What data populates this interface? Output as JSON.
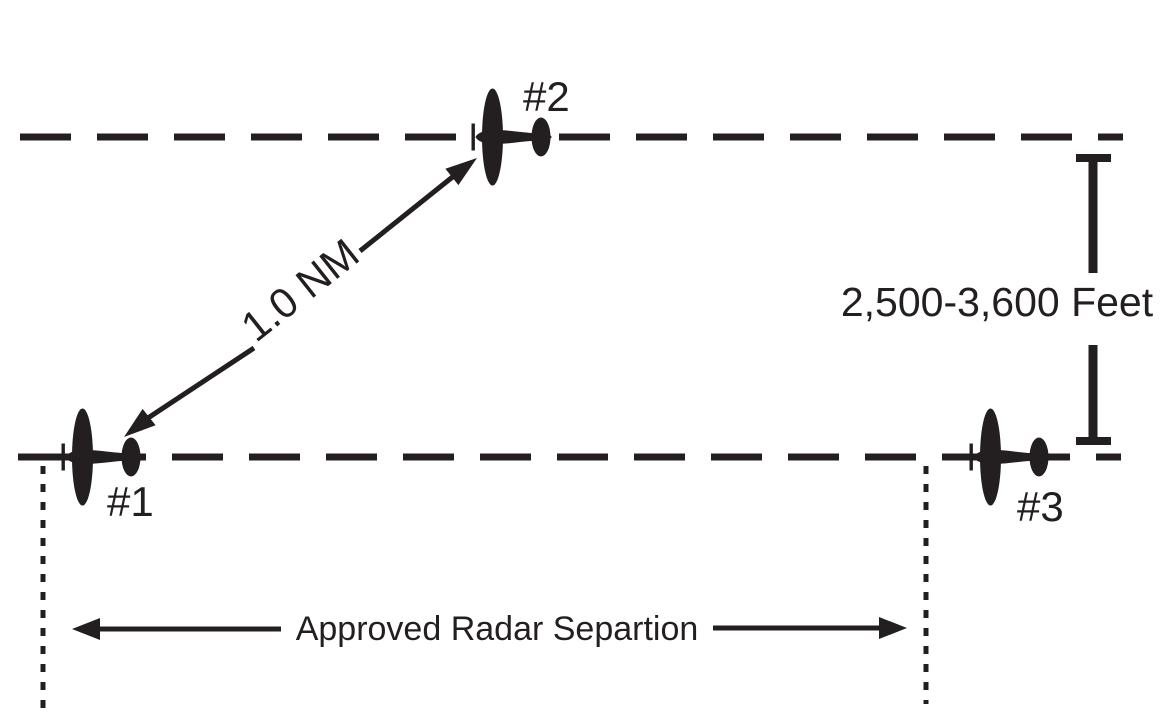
{
  "labels": {
    "aircraft_1": "#1",
    "aircraft_2": "#2",
    "aircraft_3": "#3",
    "distance": "1.0 NM",
    "altitude_separation": "2,500-3,600 Feet",
    "radar_separation": "Approved Radar Separtion"
  },
  "icons": {
    "aircraft_1": "airplane-top-view-icon",
    "aircraft_2": "airplane-top-view-icon",
    "aircraft_3": "airplane-top-view-icon"
  },
  "colors": {
    "ink": "#231f20",
    "background": "#ffffff"
  }
}
